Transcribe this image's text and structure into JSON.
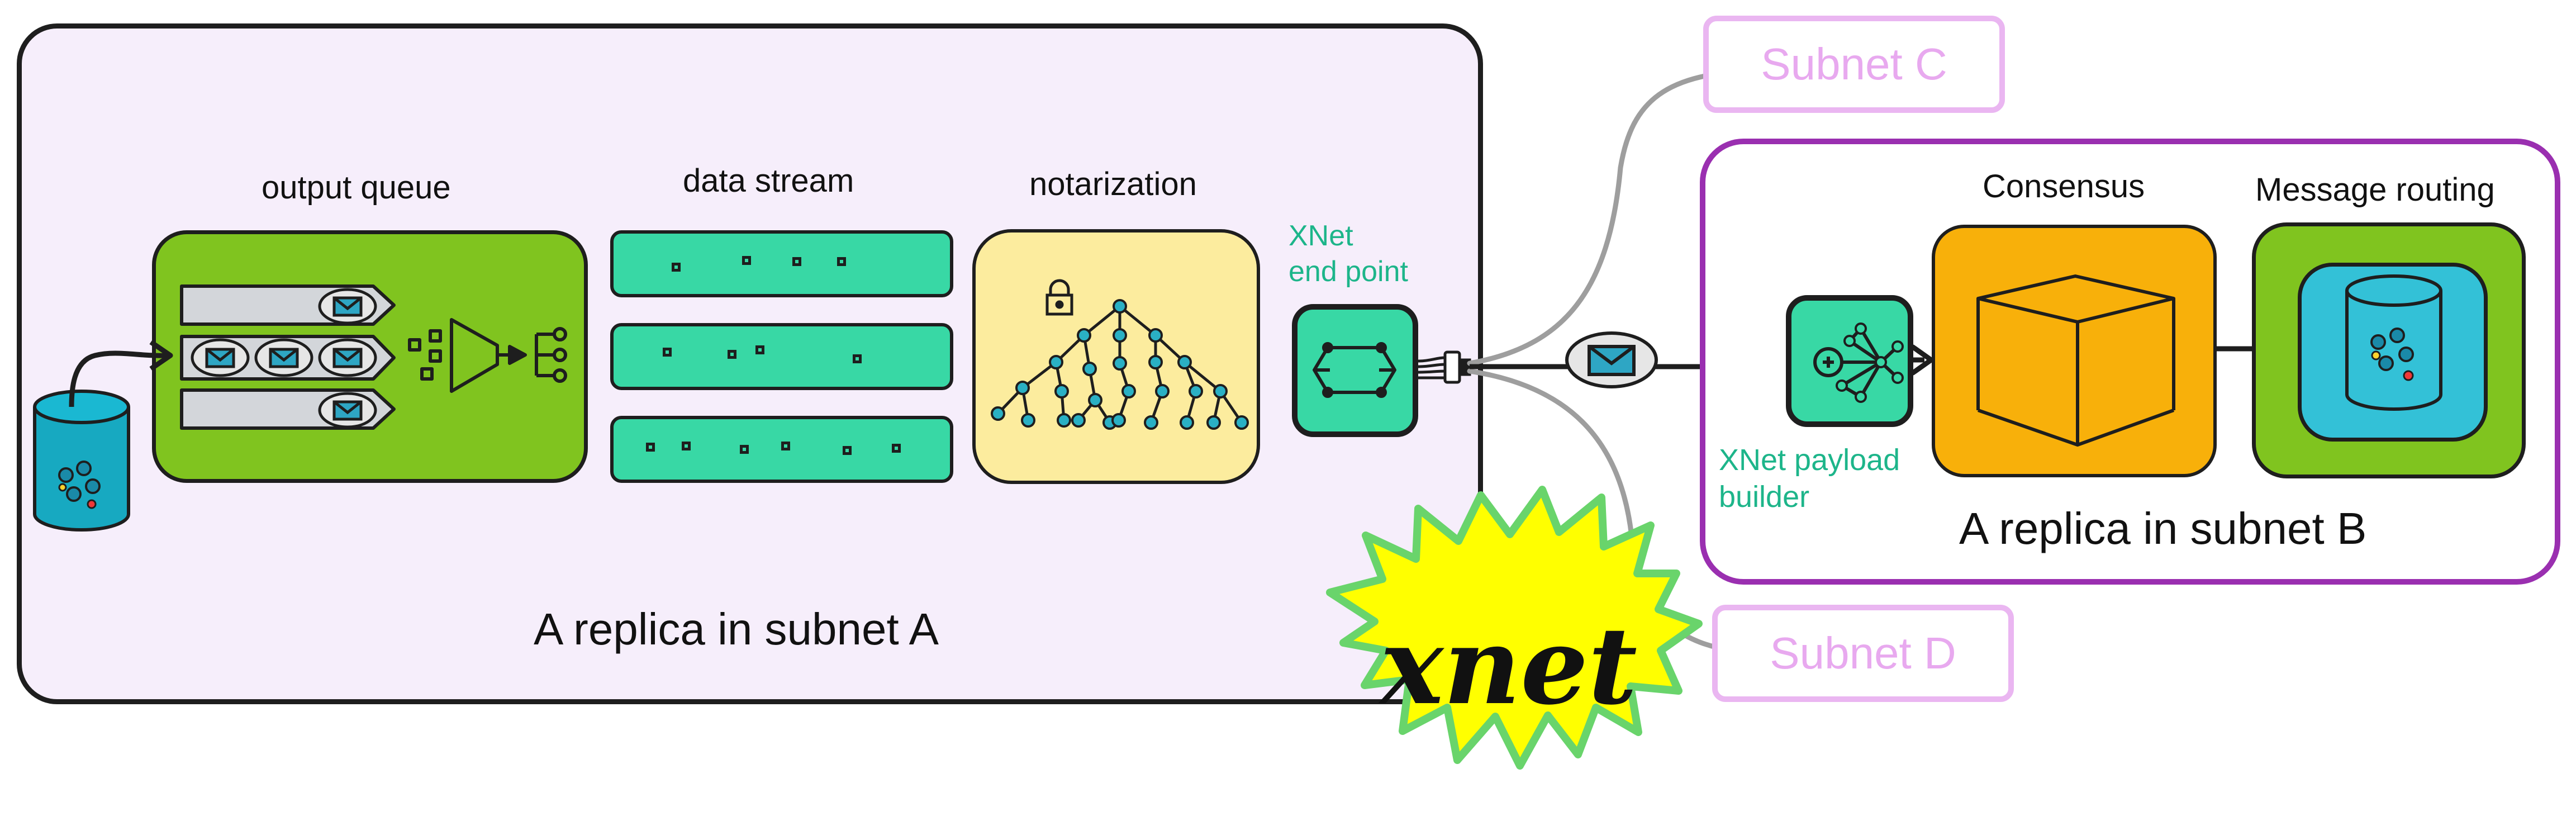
{
  "replica_a": {
    "title": "A replica in subnet A",
    "output_queue_label": "output queue",
    "data_stream_label": "data stream",
    "notarization_label": "notarization",
    "endpoint_label_line1": "XNet",
    "endpoint_label_line2": "end point"
  },
  "replica_b": {
    "title": "A replica in subnet B",
    "consensus_label": "Consensus",
    "message_routing_label": "Message routing",
    "payload_builder_line1": "XNet payload",
    "payload_builder_line2": "builder"
  },
  "subnets": {
    "c": "Subnet C",
    "d": "Subnet D"
  },
  "badge": "xnet",
  "colors": {
    "canvas_purple": "#f6eefb",
    "subnet_b_border": "#9a2fb0",
    "subnet_faded": "#eab6f1",
    "output_queue_green": "#80c41f",
    "stream_teal": "#38d8a5",
    "notarization_yellow": "#fcec9e",
    "consensus_orange": "#f8b00a",
    "canister_cyan": "#33c1d7",
    "label_teal": "#1db58a",
    "badge_yellow": "#ffff00"
  },
  "icons": [
    "database-icon",
    "envelope-icon",
    "funnel-icon",
    "fan-out-icon",
    "lock-icon",
    "tree-icon",
    "hex-network-icon",
    "connector-plug-icon",
    "network-hub-icon",
    "cube-icon",
    "cylinder-icon"
  ]
}
